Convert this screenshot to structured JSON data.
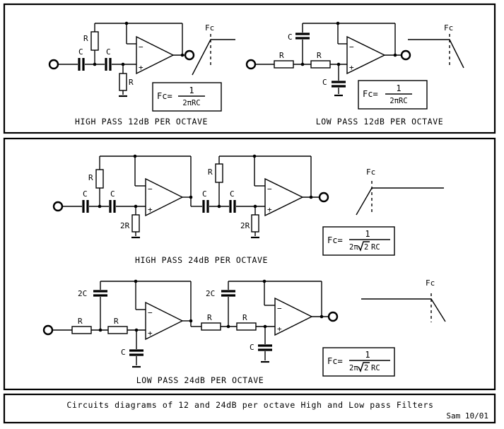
{
  "labels": {
    "R": "R",
    "C": "C",
    "twoR": "2R",
    "twoC": "2C",
    "fc": "Fc",
    "minus": "−",
    "plus": "+"
  },
  "panels": {
    "hp12_caption": "HIGH PASS 12dB PER OCTAVE",
    "lp12_caption": "LOW PASS 12dB PER OCTAVE",
    "hp24_caption": "HIGH PASS 24dB PER OCTAVE",
    "lp24_caption": "LOW PASS 24dB PER OCTAVE"
  },
  "formulas": {
    "fc_lhs": "Fc=",
    "numerator": "1",
    "den_12": "2πRC",
    "den_24_prefix": "2π",
    "den_24_radicand": "2",
    "den_24_suffix": "RC"
  },
  "footer": {
    "title": "Circuits diagrams of 12 and 24dB per octave High and Low pass Filters",
    "credit": "Sam 10/01"
  }
}
